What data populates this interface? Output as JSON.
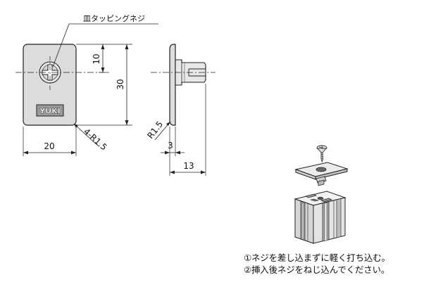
{
  "drawing": {
    "screw_callout": "皿タッピングネジ",
    "plate_marking": "YUKI",
    "dimensions": {
      "height_upper": "10",
      "height_total": "30",
      "width": "20",
      "corner_radius": "4-R1.5",
      "side_radius": "R1.5",
      "flange_thickness": "3",
      "depth": "13"
    }
  },
  "instructions": [
    "①ネジを差し込まずに軽く打ち込む。",
    "②挿入後ネジをねじ込んでください。"
  ],
  "colors": {
    "plate_fill": "#dcdcdc",
    "line": "#222222",
    "extrusion_fill": "#e4e4e4"
  }
}
